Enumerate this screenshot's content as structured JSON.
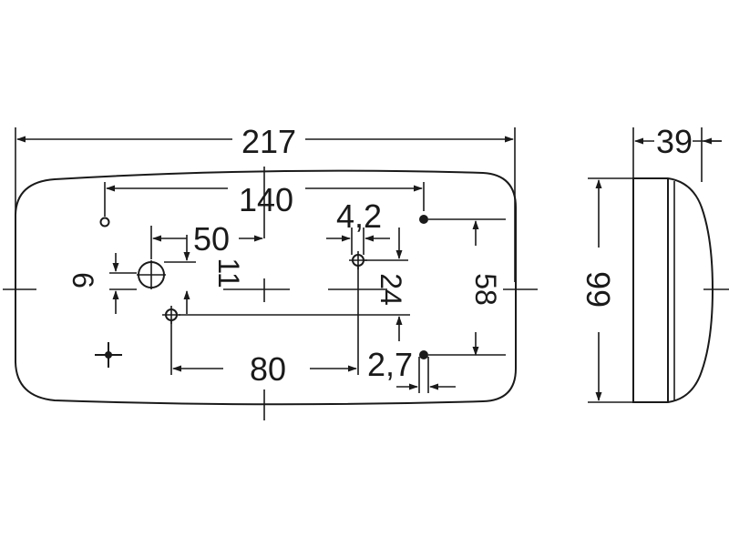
{
  "dimensions": {
    "overall_width": "217",
    "hole_span_top": "140",
    "offset_50": "50",
    "offset_4_2": "4,2",
    "offset_6": "6",
    "offset_11": "11",
    "offset_24": "24",
    "height_58": "58",
    "hole_span_bottom": "80",
    "offset_2_7": "2,7",
    "depth": "39",
    "side_height": "99"
  }
}
